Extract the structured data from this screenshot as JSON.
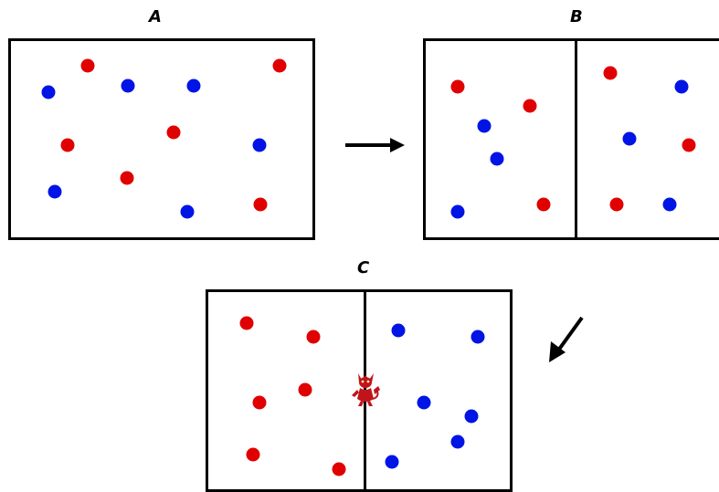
{
  "labels": {
    "a": "A",
    "b": "B",
    "c": "C"
  },
  "colors": {
    "red": "#e00000",
    "blue": "#0014e6",
    "frame": "#000000"
  },
  "arrows": [
    {
      "name": "arrow-a-to-b-icon",
      "direction": "right"
    },
    {
      "name": "arrow-b-to-c-icon",
      "direction": "down-left"
    }
  ],
  "panels": {
    "a": {
      "divided": false,
      "particles": [
        {
          "c": "red"
        },
        {
          "c": "red"
        },
        {
          "c": "blue"
        },
        {
          "c": "blue"
        },
        {
          "c": "blue"
        },
        {
          "c": "red"
        },
        {
          "c": "red"
        },
        {
          "c": "blue"
        },
        {
          "c": "blue"
        },
        {
          "c": "red"
        },
        {
          "c": "blue"
        },
        {
          "c": "red"
        }
      ]
    },
    "b": {
      "divided": true,
      "particles": [
        {
          "c": "red"
        },
        {
          "c": "red"
        },
        {
          "c": "blue"
        },
        {
          "c": "red"
        },
        {
          "c": "blue"
        },
        {
          "c": "blue"
        },
        {
          "c": "red"
        },
        {
          "c": "blue"
        },
        {
          "c": "blue"
        },
        {
          "c": "red"
        },
        {
          "c": "red"
        },
        {
          "c": "blue"
        }
      ]
    },
    "c": {
      "divided": true,
      "demon": "maxwell-demon-icon",
      "particles": [
        {
          "c": "red"
        },
        {
          "c": "red"
        },
        {
          "c": "red"
        },
        {
          "c": "red"
        },
        {
          "c": "red"
        },
        {
          "c": "red"
        },
        {
          "c": "blue"
        },
        {
          "c": "blue"
        },
        {
          "c": "blue"
        },
        {
          "c": "blue"
        },
        {
          "c": "blue"
        },
        {
          "c": "blue"
        }
      ]
    }
  }
}
